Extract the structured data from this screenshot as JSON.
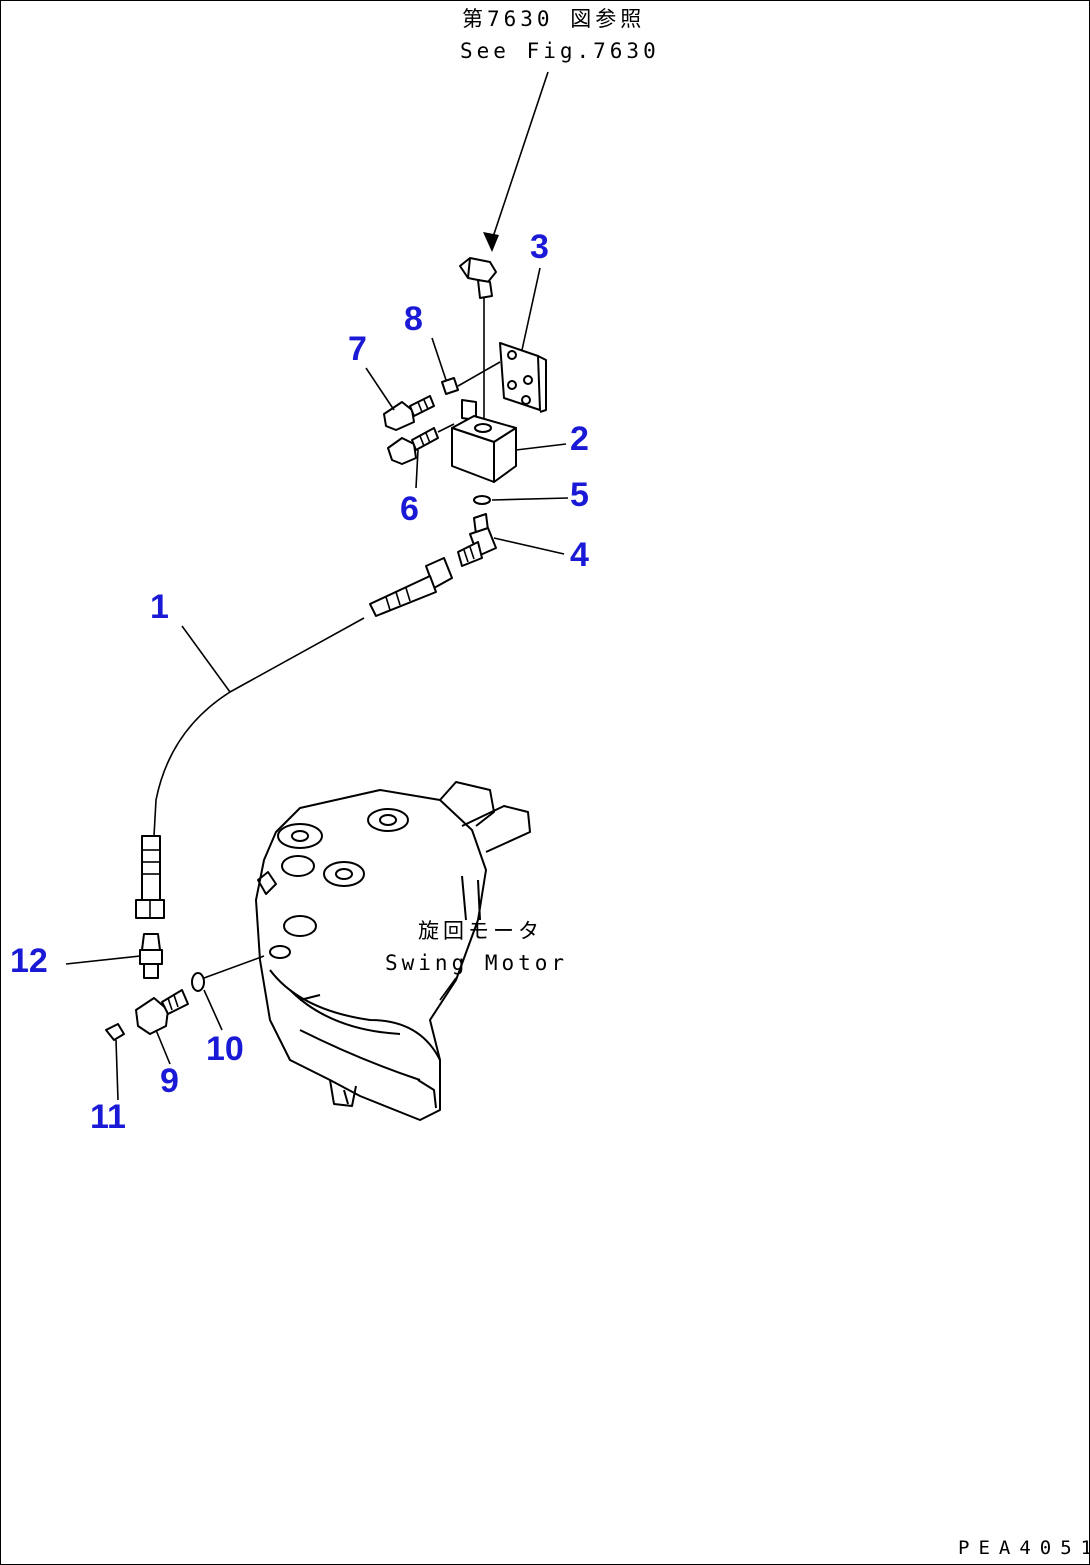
{
  "references": {
    "top_jp": "第7630 図参照",
    "top_en": "See Fig.7630"
  },
  "motor_label": {
    "jp": "旋回モータ",
    "en": "Swing Motor"
  },
  "drawing_code": "PEA4051",
  "callouts": [
    {
      "id": "1",
      "label": "1"
    },
    {
      "id": "2",
      "label": "2"
    },
    {
      "id": "3",
      "label": "3"
    },
    {
      "id": "4",
      "label": "4"
    },
    {
      "id": "5",
      "label": "5"
    },
    {
      "id": "6",
      "label": "6"
    },
    {
      "id": "7",
      "label": "7"
    },
    {
      "id": "8",
      "label": "8"
    },
    {
      "id": "9",
      "label": "9"
    },
    {
      "id": "10",
      "label": "10"
    },
    {
      "id": "11",
      "label": "11"
    },
    {
      "id": "12",
      "label": "12"
    }
  ],
  "colors": {
    "callout": "#1a1ad6",
    "line": "#000000",
    "background": "#ffffff"
  }
}
